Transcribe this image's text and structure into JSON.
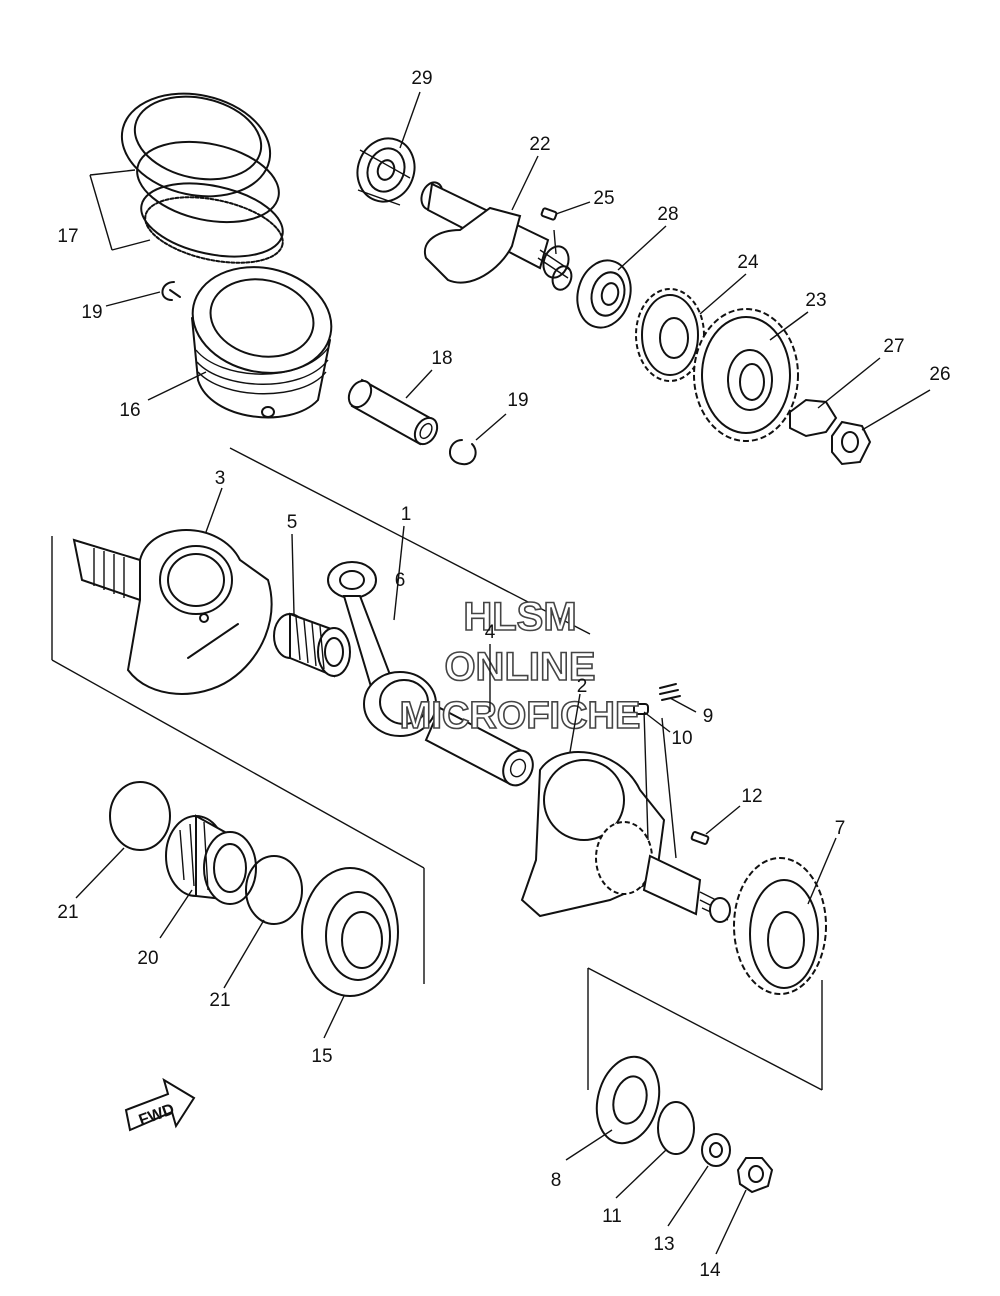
{
  "callouts": [
    "29",
    "22",
    "25",
    "28",
    "24",
    "23",
    "27",
    "26",
    "17",
    "19",
    "16",
    "18",
    "19",
    "3",
    "5",
    "1",
    "6",
    "4",
    "2",
    "9",
    "10",
    "12",
    "7",
    "21",
    "20",
    "21",
    "15",
    "8",
    "11",
    "13",
    "14"
  ],
  "watermark": {
    "line1": "HLSM",
    "line2": "ONLINE",
    "line3": "MICROFICHE"
  },
  "fwd_label": "FWD"
}
